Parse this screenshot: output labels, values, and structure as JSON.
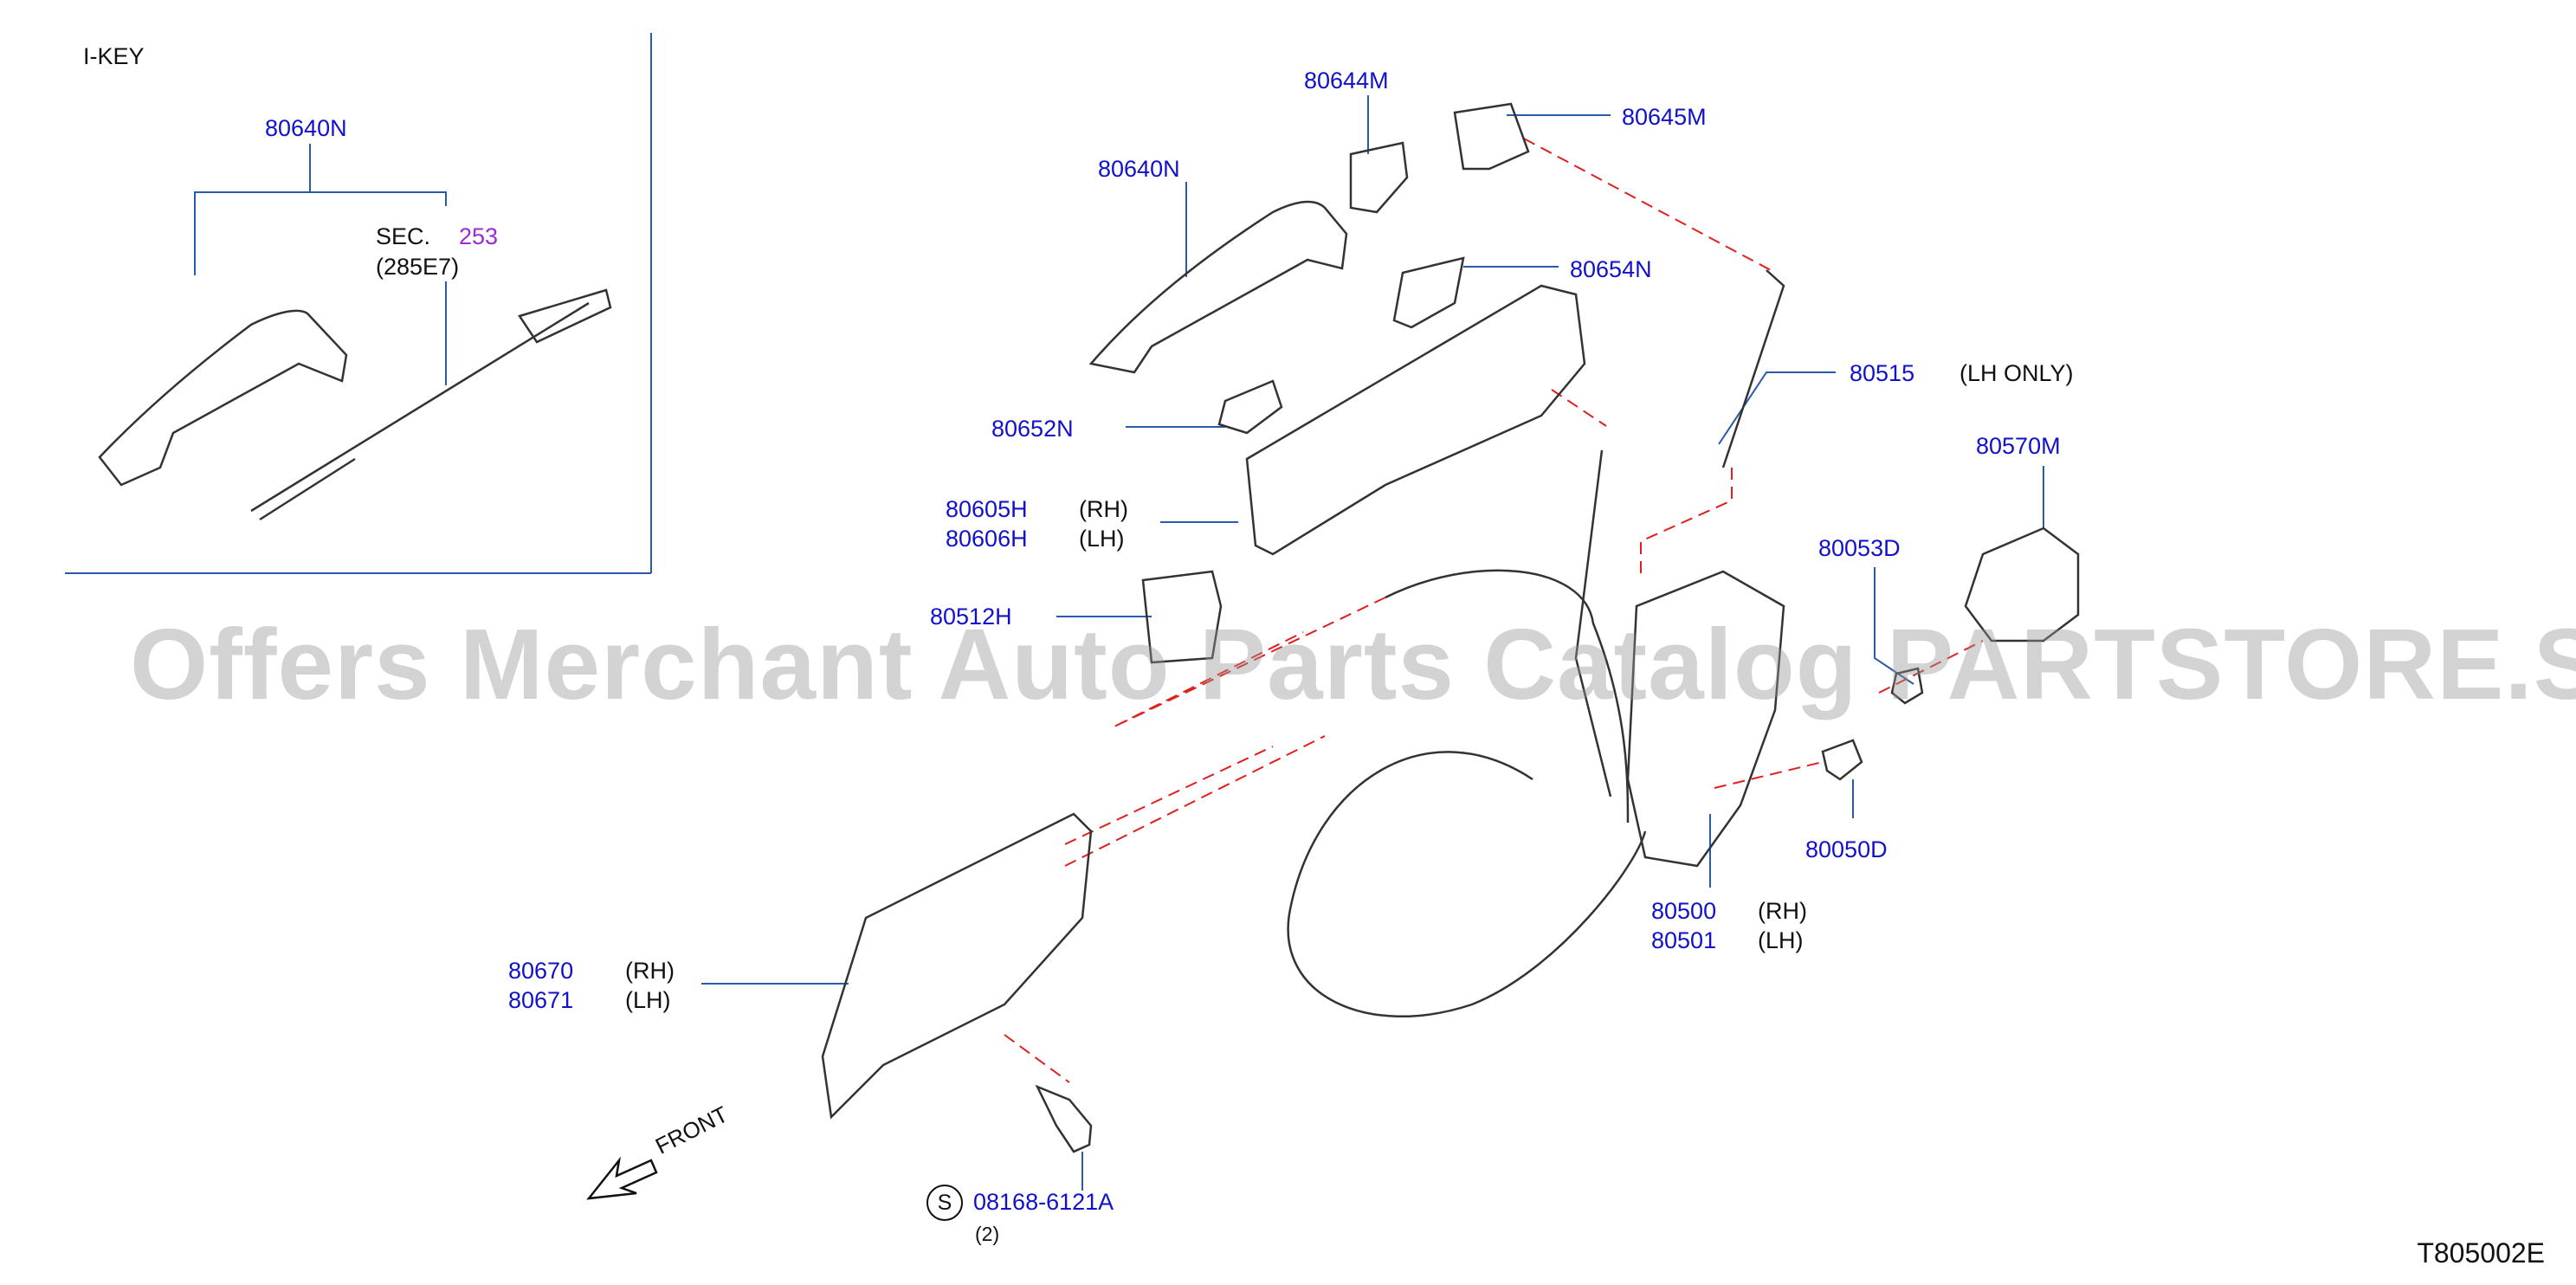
{
  "inset": {
    "title": "I-KEY",
    "part": "80640N",
    "sec_label": "SEC.",
    "sec_num": "253",
    "sec_sub": "(285E7)"
  },
  "parts": {
    "p80644M": "80644M",
    "p80645M": "80645M",
    "p80640N": "80640N",
    "p80654N": "80654N",
    "p80515": "80515",
    "p80515_note": "(LH   ONLY)",
    "p80652N": "80652N",
    "p80570M": "80570M",
    "p80605H": "80605H",
    "p80605H_side": "(RH)",
    "p80606H": "80606H",
    "p80606H_side": "(LH)",
    "p80053D": "80053D",
    "p80512H": "80512H",
    "p80050D": "80050D",
    "p80500": "80500",
    "p80500_side": "(RH)",
    "p80501": "80501",
    "p80501_side": "(LH)",
    "p80670": "80670",
    "p80670_side": "(RH)",
    "p80671": "80671",
    "p80671_side": "(LH)",
    "bolt_symbol": "S",
    "bolt": "08168-6121A",
    "bolt_qty": "(2)"
  },
  "front_label": "FRONT",
  "watermark": "Offers Merchant Auto Parts Catalog PARTSTORE.SA",
  "diagram_id": "T805002E",
  "colors": {
    "label": "#1111cc",
    "leader": "#2a5aa8",
    "dashed": "#e02020",
    "part": "#333333"
  }
}
